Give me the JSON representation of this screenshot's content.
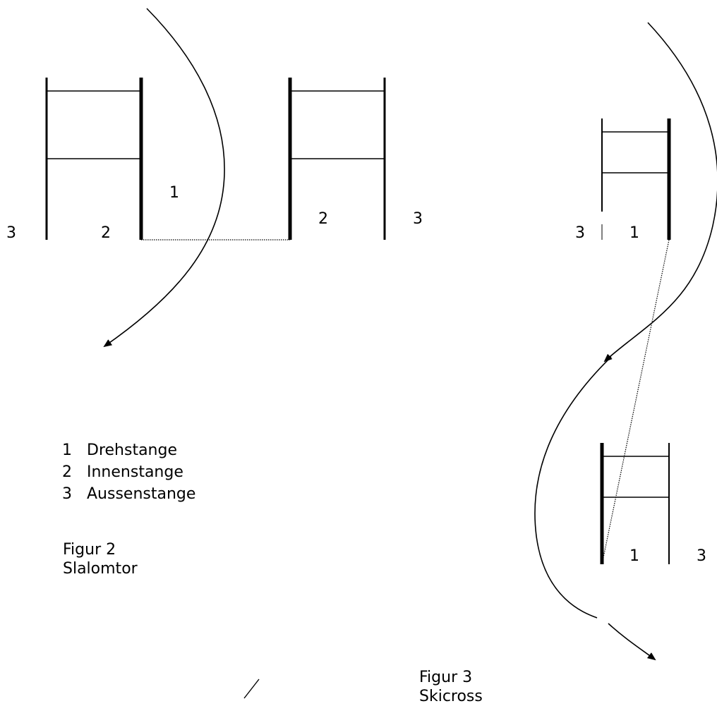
{
  "figure2": {
    "caption_line1": "Figur 2",
    "caption_line2": "Slalomtor",
    "labels": {
      "left_outer": "3",
      "left_inner": "2",
      "turning": "1",
      "right_inner": "2",
      "right_outer": "3"
    },
    "legend": [
      {
        "num": "1",
        "text": "Drehstange"
      },
      {
        "num": "2",
        "text": "Innenstange"
      },
      {
        "num": "3",
        "text": "Aussenstange"
      }
    ]
  },
  "figure3": {
    "caption_line1": "Figur 3",
    "caption_line2": "Skicross",
    "labels": {
      "upper_outer": "3",
      "upper_turning": "1",
      "lower_turning": "1",
      "lower_outer": "3"
    }
  }
}
